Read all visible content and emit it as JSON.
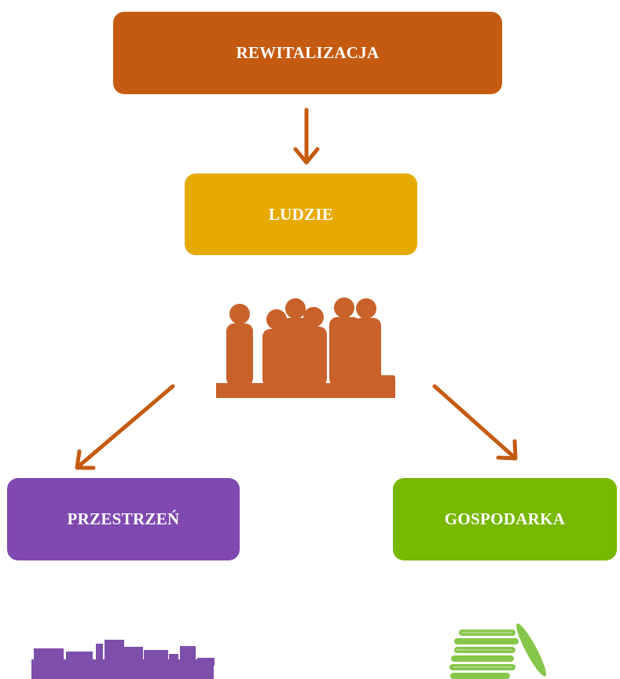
{
  "diagram": {
    "top": {
      "label": "REWITALIZACJA",
      "color": "#c55a11"
    },
    "middle": {
      "label": "LUDZIE",
      "color": "#e6aa00"
    },
    "left": {
      "label": "PRZESTRZEŃ",
      "color": "#8049b0"
    },
    "right": {
      "label": "GOSPODARKA",
      "color": "#77b800"
    },
    "arrow_color": "#c55a11",
    "illustrations": {
      "people": {
        "icon": "people-group-icon",
        "color": "#c8612a"
      },
      "city": {
        "icon": "city-skyline-icon",
        "color": "#7d4faa"
      },
      "coins": {
        "icon": "coin-stack-icon",
        "color": "#86c64a"
      }
    }
  }
}
